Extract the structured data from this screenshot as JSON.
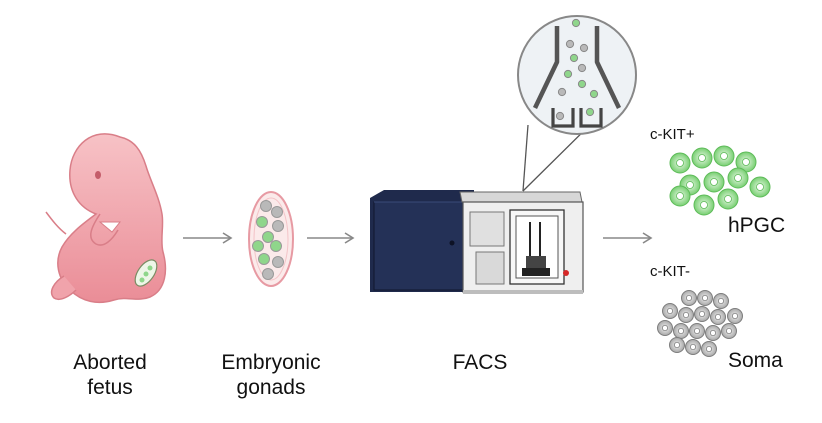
{
  "steps": {
    "fetus": {
      "line1": "Aborted",
      "line2": "fetus"
    },
    "gonads": {
      "line1": "Embryonic",
      "line2": "gonads"
    },
    "facs": {
      "label": "FACS"
    }
  },
  "outputs": {
    "positive": {
      "marker": "c-KIT+",
      "name": "hPGC"
    },
    "negative": {
      "marker": "c-KIT-",
      "name": "Soma"
    }
  },
  "colors": {
    "fetus": "#f4a7ad",
    "gonad_fill": "#fbeaea",
    "pgc_green": "#8fd68b",
    "soma_gray": "#b9b9b9",
    "machine_navy": "#1f2a4c",
    "arrow": "#888888"
  }
}
